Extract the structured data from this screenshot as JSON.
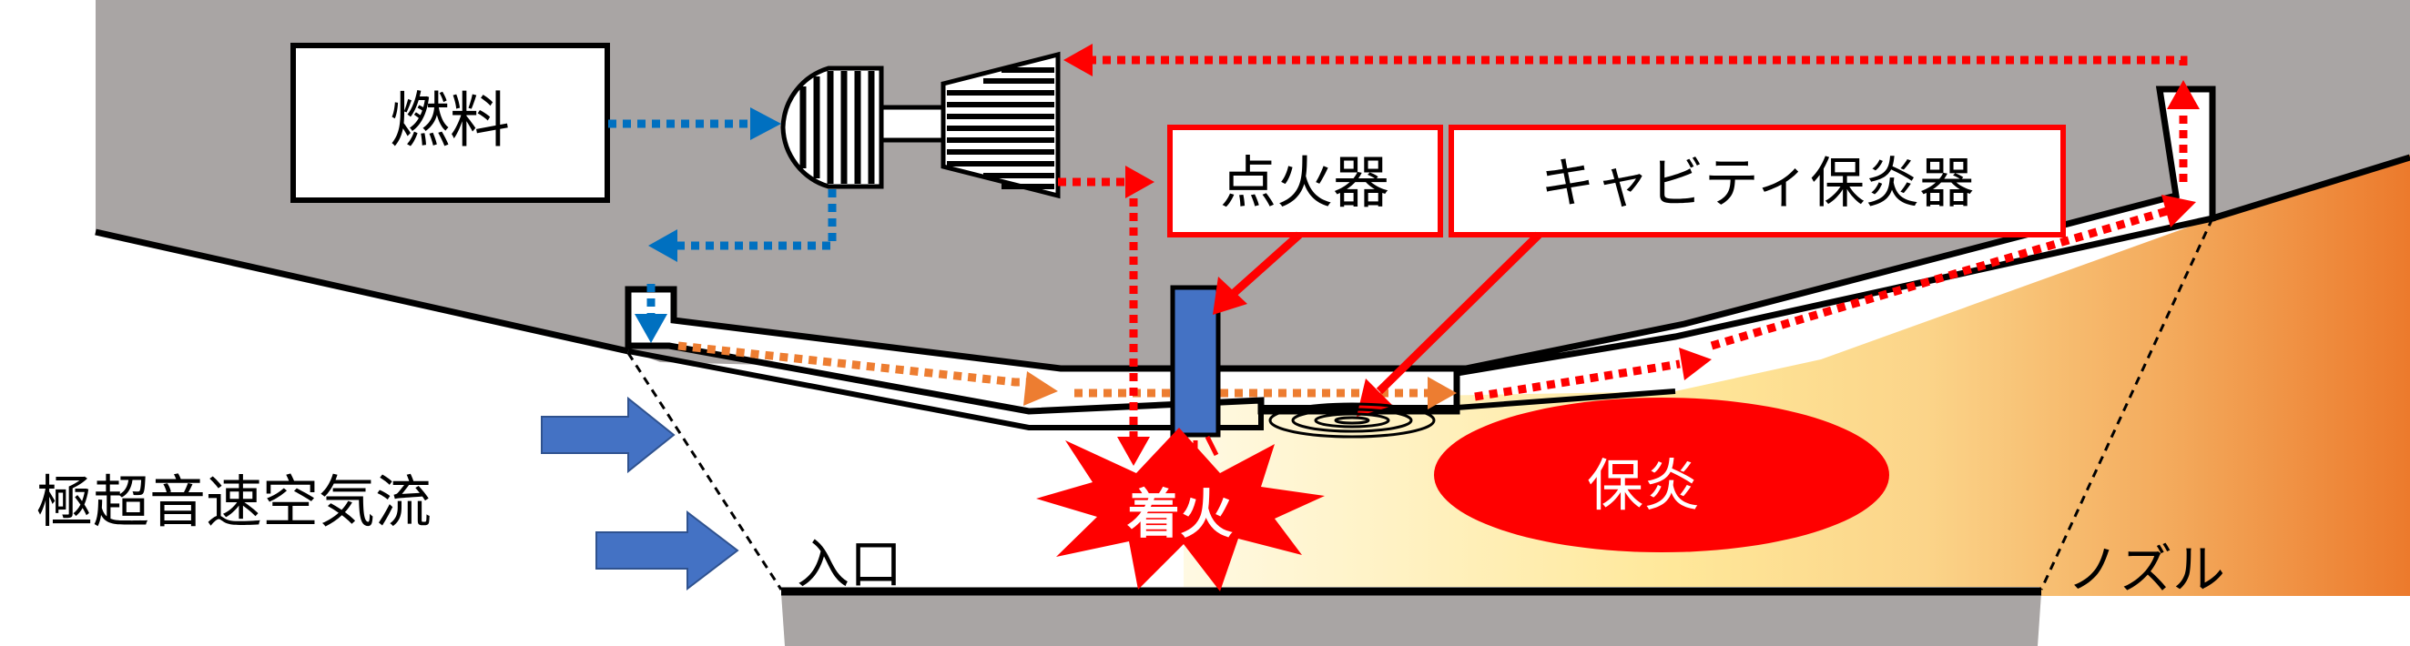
{
  "labels": {
    "fuel": "燃料",
    "igniter": "点火器",
    "cavity_flameholder": "キャビティ保炎器",
    "hypersonic_airflow": "極超音速空気流",
    "inlet": "入口",
    "ignition": "着火",
    "flameholding": "保炎",
    "nozzle": "ノズル"
  },
  "colors": {
    "engine_body": "#a9a5a4",
    "fuel_flow": "#0070c0",
    "heated_fuel_flow": "#ed7d31",
    "hot_gas_flow": "#ff0000",
    "igniter": "#4472c4",
    "airflow_arrow": "#4472c4",
    "flame": "#ff0000",
    "label_border": "#ff0000"
  }
}
